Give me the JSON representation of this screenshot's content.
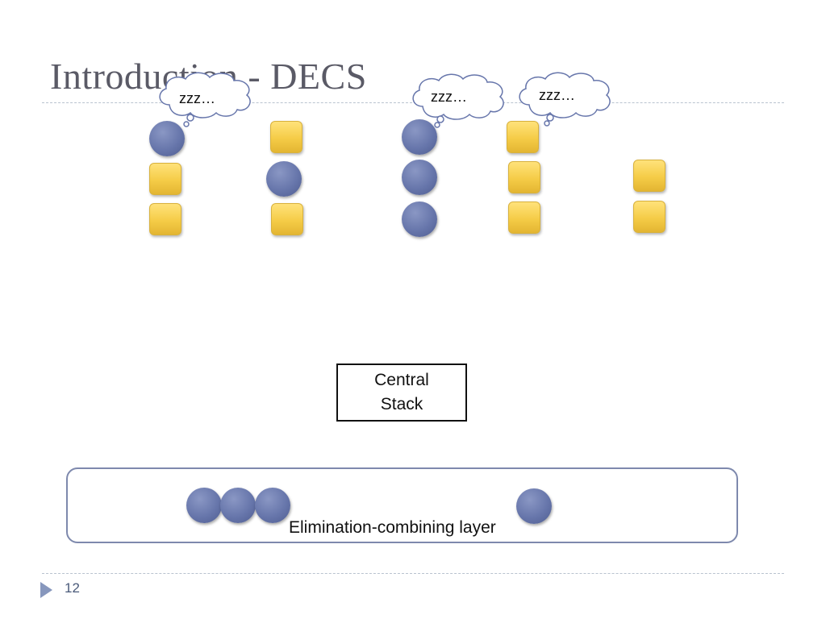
{
  "slide": {
    "title": "Introduction - DECS",
    "number": "12"
  },
  "bubbles": [
    "zzz…",
    "zzz…",
    "zzz…"
  ],
  "central_stack": {
    "line1": "Central",
    "line2": "Stack"
  },
  "layer": {
    "label": "Elimination-combining layer"
  },
  "colors": {
    "ball": "#6776ab",
    "block": "#f5cc47",
    "rule": "#b9c3cf",
    "layer_border": "#7e89ad"
  }
}
